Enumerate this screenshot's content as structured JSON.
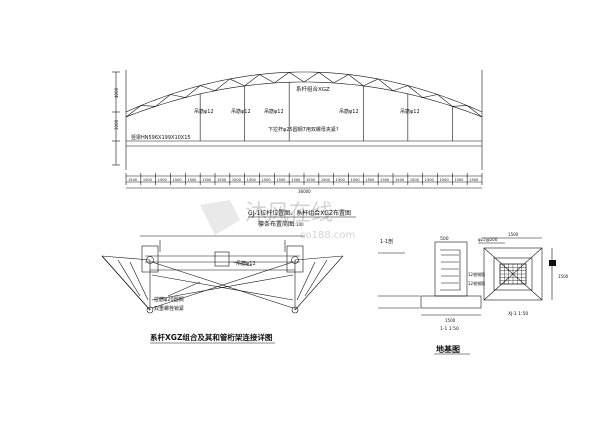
{
  "drawing": {
    "arch": {
      "rod_label": "系杆组合XGZ",
      "hanger_label": "吊筋φ12",
      "beam_label": "竖梁HN596X199X10X15",
      "note_label": "下拉杆φ25圆钢7用双螺母夹紧?",
      "dim_height": "4000",
      "dim_lower": "1000",
      "dim_total": "36000",
      "dim_segment": "1500",
      "caption_line1": "GJ-1拉杆位置图、系杆组合XGZ布置图",
      "caption_line2": "檩条布置简图",
      "caption_scale": "1:100"
    },
    "truss_detail": {
      "hanger_label": "吊筋φ12",
      "rod_label": "拉筋φ20圆钢",
      "nut_label": "双重螺栓锁紧",
      "caption": "系杆XGZ组合及其和管桁架连接详图"
    },
    "foundation": {
      "left_tag": "1-1剖",
      "left_dim": "500",
      "left_note": "φ25@200",
      "left_base": "1500",
      "left_caption": "1-1 1:50",
      "right_top_dim": "1500",
      "right_side_dim": "1500",
      "right_note1": "12根钢筋",
      "right_note2": "12根钢筋",
      "right_label": "XJ-1 1:50",
      "caption": "地基图"
    },
    "watermark": "沐风在线",
    "watermark_url": "co188.com"
  }
}
